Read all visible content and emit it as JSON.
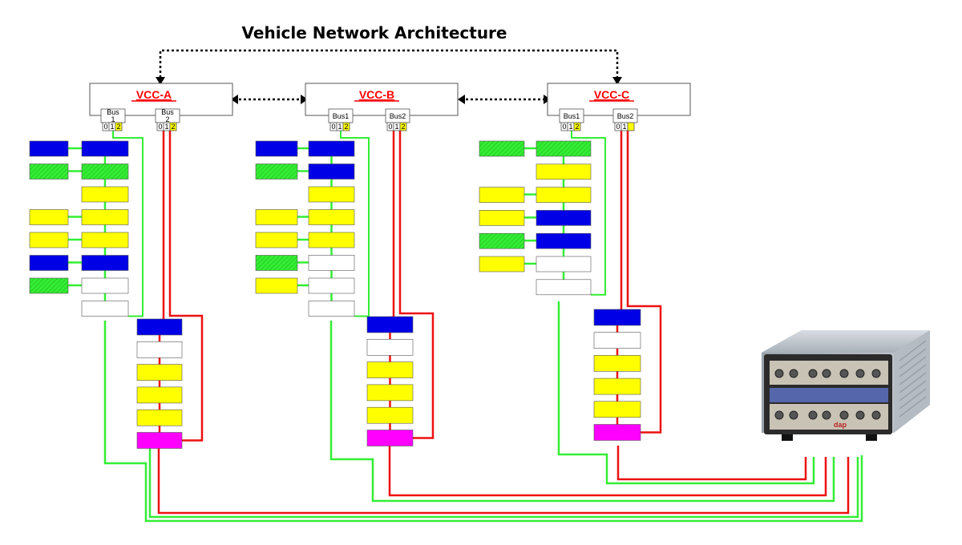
{
  "title": "Vehicle Network Architecture",
  "vccs": [
    {
      "name": "VCC-A",
      "bus1_label": "Bus 1",
      "bus2_label": "Bus 2"
    },
    {
      "name": "VCC-B",
      "bus1_label": "Bus1",
      "bus2_label": "Bus2"
    },
    {
      "name": "VCC-C",
      "bus1_label": "Bus1",
      "bus2_label": "Bus2"
    }
  ],
  "ports_bus1": [
    "0",
    "1",
    "2"
  ],
  "ports_bus2": [
    "0",
    "1",
    "2"
  ],
  "ports_c_bus2": [
    "0",
    "1",
    ""
  ],
  "colors": {
    "blue": "#0000e6",
    "green": "#33ee33",
    "yellow": "#ffff00",
    "white": "#ffffff",
    "magenta": "#ff00ff",
    "red_line": "#ee1111",
    "green_line": "#33ee33"
  },
  "columns": [
    {
      "vcc": "VCC-A",
      "bus1_nodes": [
        "blue",
        "green",
        "yellow",
        "yellow",
        "yellow",
        "blue",
        "white",
        "white"
      ],
      "bus1_side": [
        "blue",
        "green",
        "",
        "yellow",
        "yellow",
        "blue",
        "green",
        ""
      ],
      "bus2_nodes": [
        "blue",
        "white",
        "yellow",
        "yellow",
        "yellow",
        "magenta"
      ]
    },
    {
      "vcc": "VCC-B",
      "bus1_nodes": [
        "blue",
        "blue",
        "yellow",
        "yellow",
        "yellow",
        "white",
        "white",
        "white"
      ],
      "bus1_side": [
        "blue",
        "green",
        "",
        "yellow",
        "yellow",
        "green",
        "yellow",
        ""
      ],
      "bus2_nodes": [
        "blue",
        "white",
        "yellow",
        "yellow",
        "yellow",
        "magenta"
      ]
    },
    {
      "vcc": "VCC-C",
      "bus1_nodes": [
        "green",
        "yellow",
        "yellow",
        "blue",
        "blue",
        "white",
        "white"
      ],
      "bus1_side": [
        "green",
        "",
        "yellow",
        "yellow",
        "green",
        "yellow",
        ""
      ],
      "bus2_nodes": [
        "blue",
        "white",
        "yellow",
        "yellow",
        "yellow",
        "magenta"
      ]
    }
  ],
  "device": {
    "brand": "dap"
  }
}
